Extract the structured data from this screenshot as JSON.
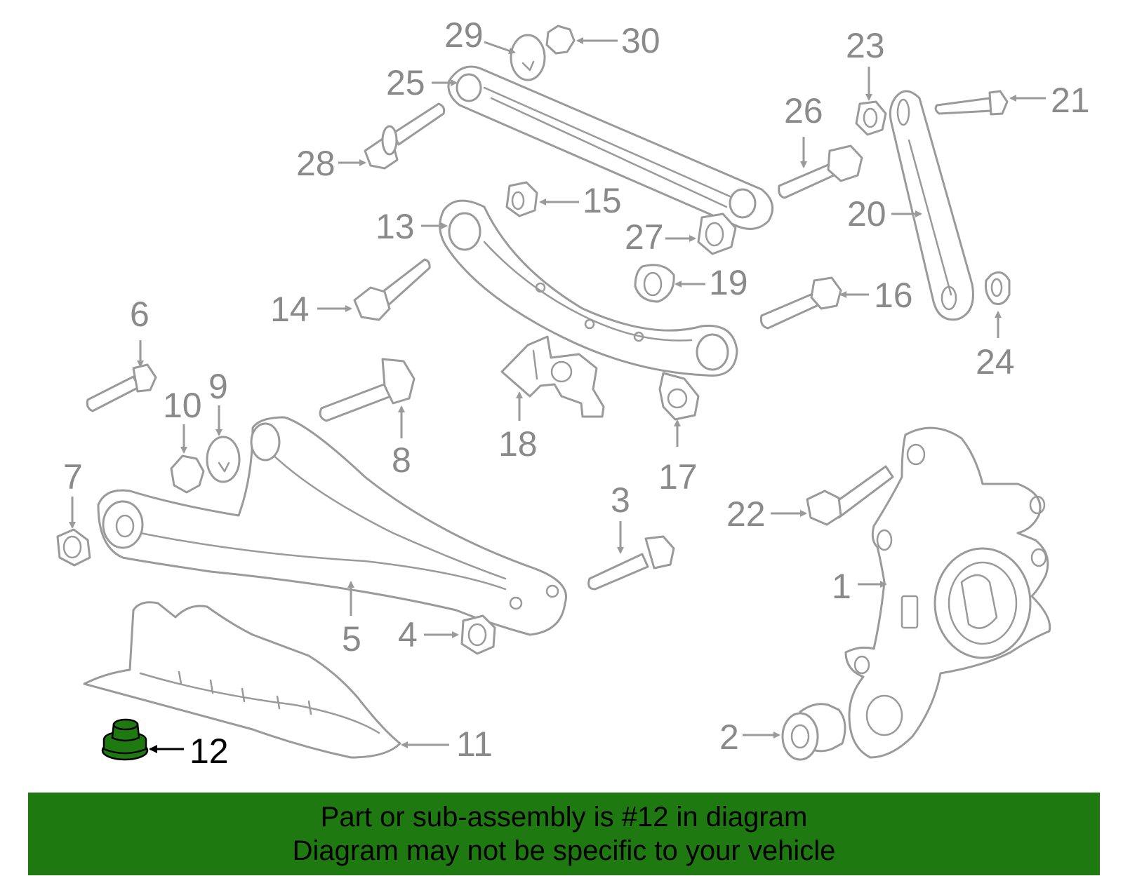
{
  "colors": {
    "banner_bg": "#1e7a10",
    "highlight_part": "#1e7a10",
    "part_outline": "#9a9a9a",
    "label_gray": "#8a8a8a"
  },
  "highlighted_part": "12",
  "callouts": {
    "c1": "1",
    "c2": "2",
    "c3": "3",
    "c4": "4",
    "c5": "5",
    "c6": "6",
    "c7": "7",
    "c8": "8",
    "c9": "9",
    "c10": "10",
    "c11": "11",
    "c12": "12",
    "c13": "13",
    "c14": "14",
    "c15": "15",
    "c16": "16",
    "c17": "17",
    "c18": "18",
    "c19": "19",
    "c20": "20",
    "c21": "21",
    "c22": "22",
    "c23": "23",
    "c24": "24",
    "c25": "25",
    "c26": "26",
    "c27": "27",
    "c28": "28",
    "c29": "29",
    "c30": "30"
  },
  "banner": {
    "line1": "Part or sub-assembly is #12 in diagram",
    "line2": "Diagram may not be specific to your vehicle"
  }
}
